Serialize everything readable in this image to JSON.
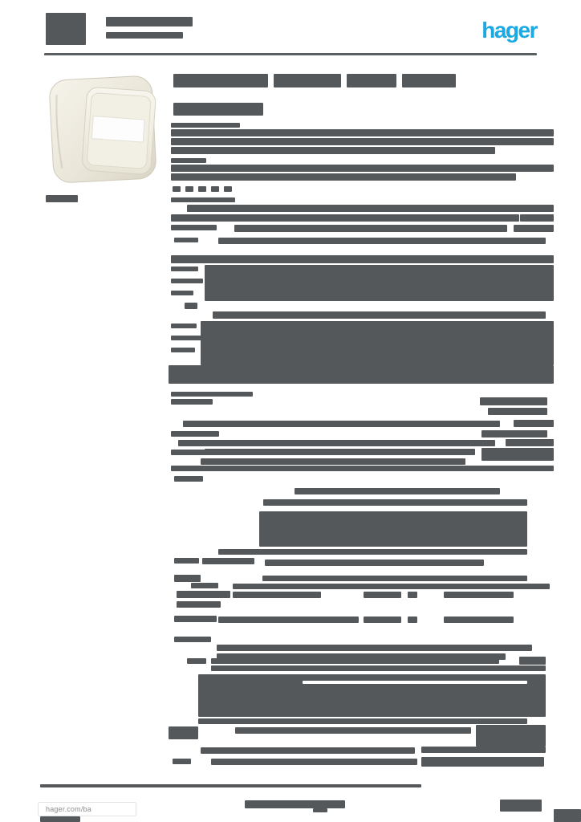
{
  "brand": {
    "logo_text": "hager",
    "logo_color": "#1ba9e1"
  },
  "footer": {
    "site_link": "hager.com/ba"
  },
  "colors": {
    "page_bg": "#ffffff",
    "ink": "#55585a",
    "header_rule": "#5c5f61",
    "photo_body": "#e9e5d8",
    "photo_face": "#f3f0e7",
    "photo_label_window": "#ffffff"
  },
  "note": "All body text of this datasheet page is rendered below legibility in the source image; it is represented as gray text-bars whose geometry is listed below.",
  "illegible_text_blocks": {
    "header": [
      [
        57,
        16,
        50,
        40
      ],
      [
        132,
        21,
        108,
        12
      ],
      [
        132,
        40,
        96,
        8
      ],
      [
        55,
        66,
        614,
        3,
        "#5c5f61"
      ]
    ],
    "left_column": [
      [
        57,
        243,
        40,
        9
      ]
    ],
    "title": [
      [
        216,
        92,
        118,
        17
      ],
      [
        341,
        92,
        84,
        17
      ],
      [
        432,
        92,
        62,
        17
      ],
      [
        501,
        92,
        67,
        17
      ],
      [
        216,
        128,
        112,
        16
      ]
    ],
    "specs": [
      [
        213,
        153,
        86,
        6
      ],
      [
        213,
        161,
        477,
        9
      ],
      [
        213,
        172,
        477,
        9
      ],
      [
        213,
        183,
        404,
        9
      ],
      [
        213,
        197,
        44,
        6
      ],
      [
        213,
        205,
        477,
        9
      ],
      [
        213,
        216,
        430,
        9
      ],
      [
        215,
        232,
        10,
        7
      ],
      [
        231,
        232,
        10,
        7
      ],
      [
        247,
        232,
        10,
        7
      ],
      [
        263,
        232,
        10,
        7
      ],
      [
        279,
        232,
        10,
        7
      ],
      [
        213,
        246,
        80,
        6
      ],
      [
        233,
        255,
        457,
        9
      ],
      [
        213,
        267,
        434,
        9
      ],
      [
        648,
        267,
        42,
        9
      ],
      [
        213,
        280,
        57,
        7
      ],
      [
        292,
        280,
        340,
        9
      ],
      [
        640,
        280,
        50,
        9
      ],
      [
        217,
        296,
        30,
        6
      ],
      [
        272,
        296,
        408,
        8
      ],
      [
        213,
        318,
        477,
        10
      ],
      [
        255,
        330,
        435,
        45
      ],
      [
        213,
        332,
        34,
        6
      ],
      [
        213,
        347,
        40,
        6
      ],
      [
        213,
        362,
        28,
        6
      ],
      [
        230,
        377,
        16,
        8
      ],
      [
        265,
        388,
        415,
        9
      ],
      [
        250,
        400,
        440,
        55
      ],
      [
        213,
        403,
        32,
        6
      ],
      [
        213,
        418,
        38,
        6
      ],
      [
        213,
        433,
        30,
        6
      ],
      [
        210,
        455,
        480,
        23
      ],
      [
        213,
        488,
        102,
        6
      ],
      [
        213,
        497,
        52,
        7
      ],
      [
        598,
        495,
        84,
        10
      ],
      [
        608,
        508,
        74,
        9
      ],
      [
        228,
        524,
        395,
        8
      ],
      [
        640,
        523,
        50,
        9
      ],
      [
        213,
        537,
        60,
        7
      ],
      [
        600,
        536,
        82,
        9
      ],
      [
        222,
        548,
        395,
        8
      ],
      [
        630,
        547,
        60,
        9
      ],
      [
        213,
        560,
        45,
        7
      ],
      [
        255,
        559,
        337,
        8
      ],
      [
        600,
        558,
        90,
        16
      ],
      [
        250,
        571,
        330,
        8
      ],
      [
        213,
        580,
        477,
        7
      ],
      [
        217,
        593,
        36,
        7
      ],
      [
        367,
        608,
        256,
        8
      ],
      [
        328,
        622,
        329,
        8
      ],
      [
        323,
        637,
        334,
        44
      ],
      [
        272,
        684,
        385,
        7
      ],
      [
        217,
        695,
        31,
        7
      ],
      [
        252,
        695,
        65,
        8
      ],
      [
        330,
        697,
        273,
        8
      ],
      [
        217,
        716,
        33,
        9
      ],
      [
        327,
        717,
        330,
        7
      ],
      [
        238,
        726,
        34,
        7
      ],
      [
        290,
        727,
        395,
        7
      ],
      [
        220,
        736,
        67,
        9
      ],
      [
        290,
        737,
        110,
        8
      ],
      [
        453,
        737,
        47,
        8
      ],
      [
        508,
        737,
        12,
        8
      ],
      [
        553,
        737,
        87,
        8
      ],
      [
        220,
        749,
        55,
        8
      ],
      [
        217,
        767,
        53,
        8
      ],
      [
        272,
        768,
        175,
        8
      ],
      [
        453,
        768,
        47,
        8
      ],
      [
        508,
        768,
        12,
        8
      ],
      [
        553,
        768,
        87,
        8
      ],
      [
        217,
        793,
        46,
        7
      ],
      [
        270,
        803,
        393,
        8
      ],
      [
        270,
        814,
        360,
        8
      ],
      [
        233,
        820,
        24,
        7
      ],
      [
        263,
        820,
        359,
        7
      ],
      [
        647,
        818,
        33,
        10
      ],
      [
        263,
        829,
        417,
        7
      ],
      [
        247,
        840,
        433,
        53
      ],
      [
        377,
        848,
        280,
        4,
        "#ffffff"
      ],
      [
        247,
        895,
        410,
        7
      ],
      [
        210,
        905,
        37,
        16
      ],
      [
        293,
        906,
        294,
        8
      ],
      [
        593,
        903,
        87,
        27
      ],
      [
        250,
        931,
        267,
        8
      ],
      [
        525,
        930,
        155,
        8
      ],
      [
        215,
        945,
        23,
        7
      ],
      [
        263,
        945,
        257,
        8
      ],
      [
        525,
        943,
        153,
        12
      ]
    ],
    "footer": [
      [
        50,
        977,
        475,
        4
      ],
      [
        305,
        997,
        125,
        10
      ],
      [
        390,
        1007,
        18,
        5
      ],
      [
        623,
        996,
        52,
        15
      ],
      [
        690,
        1008,
        34,
        16
      ],
      [
        50,
        1017,
        50,
        7
      ]
    ]
  }
}
